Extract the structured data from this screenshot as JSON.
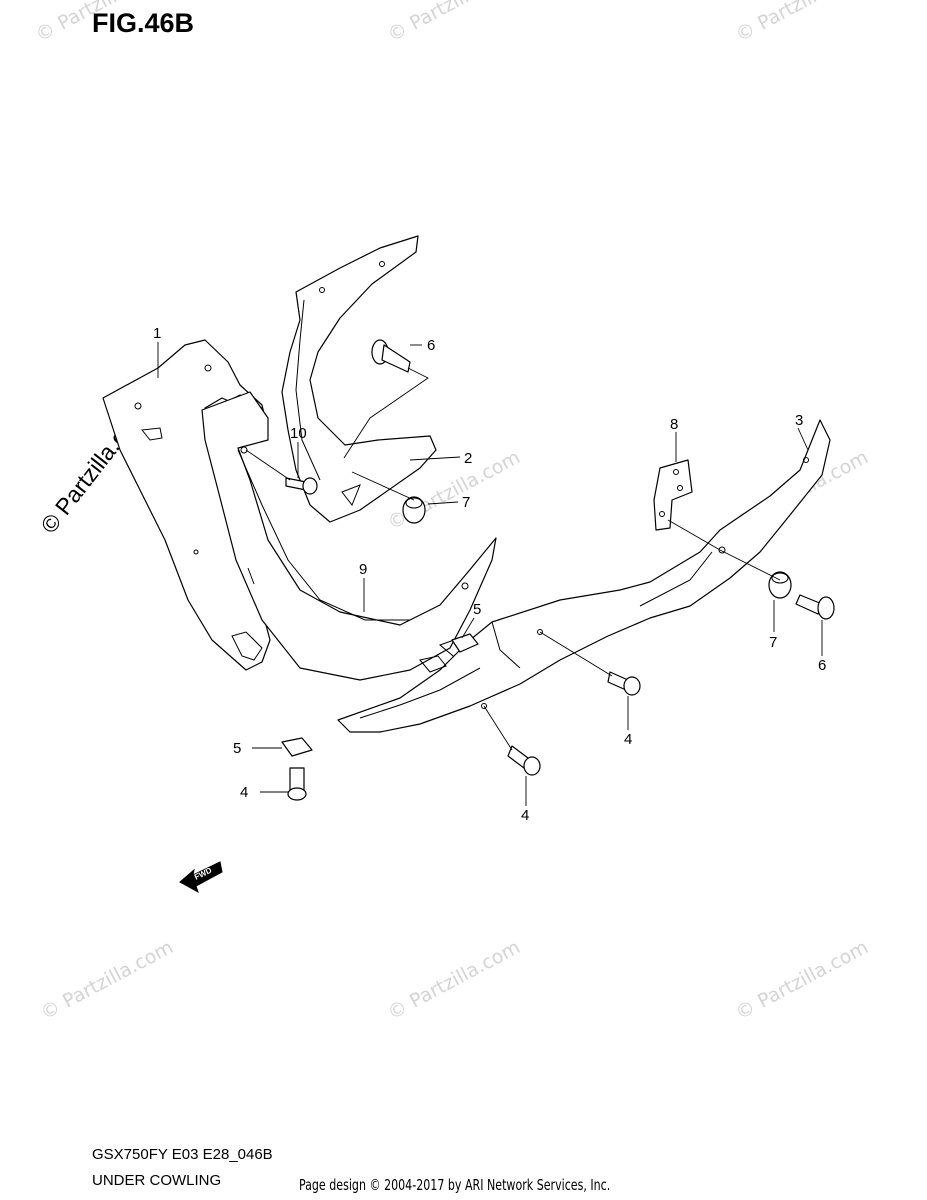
{
  "figure": {
    "title": "FIG.46B"
  },
  "callouts": [
    {
      "id": "c1",
      "label": "1"
    },
    {
      "id": "c2",
      "label": "2"
    },
    {
      "id": "c3",
      "label": "3"
    },
    {
      "id": "c4a",
      "label": "4"
    },
    {
      "id": "c4b",
      "label": "4"
    },
    {
      "id": "c4c",
      "label": "4"
    },
    {
      "id": "c5a",
      "label": "5"
    },
    {
      "id": "c5b",
      "label": "5"
    },
    {
      "id": "c6a",
      "label": "6"
    },
    {
      "id": "c6b",
      "label": "6"
    },
    {
      "id": "c7a",
      "label": "7"
    },
    {
      "id": "c7b",
      "label": "7"
    },
    {
      "id": "c8",
      "label": "8"
    },
    {
      "id": "c9",
      "label": "9"
    },
    {
      "id": "c10",
      "label": "10"
    }
  ],
  "direction_arrow": {
    "label": "FWD"
  },
  "watermarks": {
    "main": "© Partzilla.com",
    "faint": "© Partzilla.com"
  },
  "footer": {
    "model_code": "GSX750FY E03 E28_046B",
    "section_name": "UNDER COWLING",
    "copyright": "Page design © 2004-2017 by ARI Network Services, Inc."
  }
}
